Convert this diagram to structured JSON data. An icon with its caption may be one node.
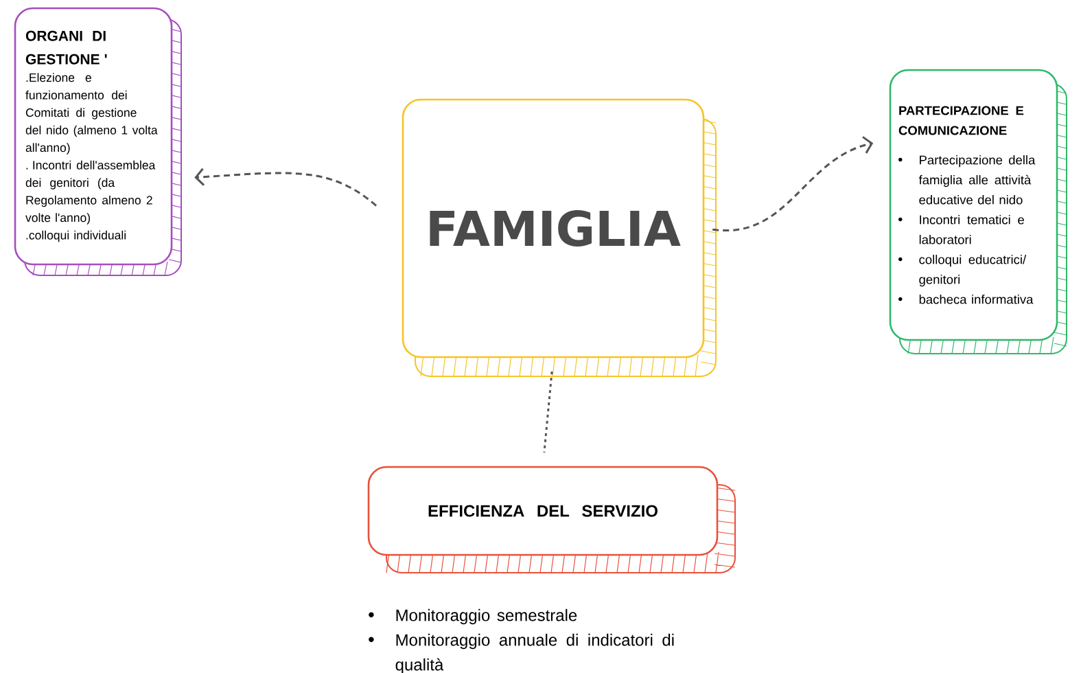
{
  "diagram": {
    "nodes": [
      {
        "text": [
          "ORGANI DI GESTIONE '",
          ".Elezione e funzionamento dei Comitati di gestione del nido (almeno 1 volta all'anno)",
          ". Incontri dell'assemblea dei genitori (da Regolamento almeno 2 volte l'anno)",
          ".colloqui individuali"
        ]
      },
      {
        "text": [
          "FAMIGLIA"
        ]
      },
      {
        "text": [
          "PARTECIPAZIONE E COMUNICAZIONE",
          "Partecipazione della famiglia alle attività educative del nido",
          "Incontri tematici e laboratori",
          "colloqui educatrici/ genitori",
          "bacheca informativa"
        ]
      },
      {
        "text": [
          "EFFICIENZA DEL SERVIZIO"
        ],
        "beside": [
          "Monitoraggio semestrale",
          "Monitoraggio annuale di indicatori di qualità"
        ]
      }
    ],
    "edges": [
      {
        "from": 1,
        "to": 0,
        "arrow": "to",
        "style": "dashed"
      },
      {
        "from": 1,
        "to": 2,
        "arrow": "to",
        "style": "dashed"
      },
      {
        "from": 1,
        "to": 3,
        "arrow": "none",
        "style": "dashed"
      }
    ]
  }
}
